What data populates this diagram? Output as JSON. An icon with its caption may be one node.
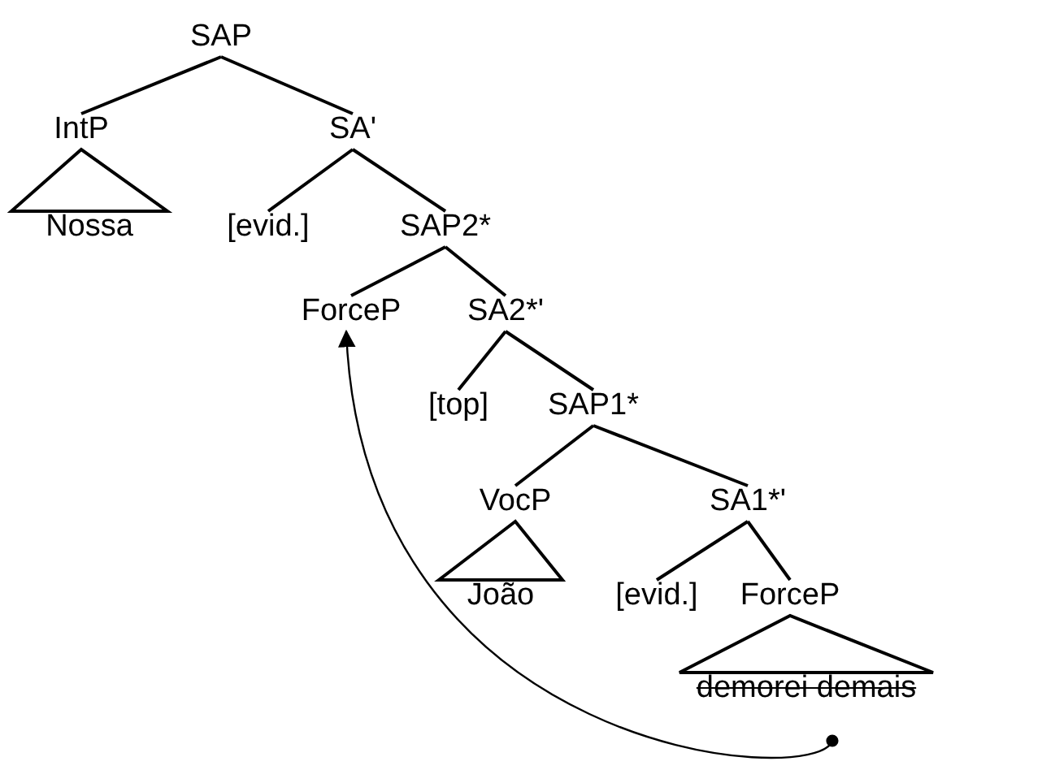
{
  "diagram": {
    "nodes": [
      {
        "text": [
          "SAP"
        ]
      },
      {
        "text": [
          "IntP"
        ]
      },
      {
        "text": [
          "SA'"
        ]
      },
      {
        "text": [
          "Nossa"
        ]
      },
      {
        "text": [
          "[evid.]"
        ]
      },
      {
        "text": [
          "SAP2*"
        ]
      },
      {
        "text": [
          "ForceP"
        ]
      },
      {
        "text": [
          "SA2*'"
        ]
      },
      {
        "text": [
          "[top]"
        ]
      },
      {
        "text": [
          "SAP1*"
        ]
      },
      {
        "text": [
          "VocP"
        ]
      },
      {
        "text": [
          "SA1*'"
        ]
      },
      {
        "text": [
          "João"
        ]
      },
      {
        "text": [
          "[evid.]"
        ]
      },
      {
        "text": [
          "ForceP"
        ]
      },
      {
        "text": [
          "demorei demais"
        ]
      }
    ],
    "edges": [
      {
        "from": 0,
        "to": 1,
        "arrow": "none"
      },
      {
        "from": 0,
        "to": 2,
        "arrow": "none"
      },
      {
        "from": 1,
        "to": 3,
        "arrow": "none"
      },
      {
        "from": 2,
        "to": 4,
        "arrow": "none"
      },
      {
        "from": 2,
        "to": 5,
        "arrow": "none"
      },
      {
        "from": 5,
        "to": 6,
        "arrow": "none"
      },
      {
        "from": 5,
        "to": 7,
        "arrow": "none"
      },
      {
        "from": 7,
        "to": 8,
        "arrow": "none"
      },
      {
        "from": 7,
        "to": 9,
        "arrow": "none"
      },
      {
        "from": 9,
        "to": 10,
        "arrow": "none"
      },
      {
        "from": 9,
        "to": 11,
        "arrow": "none"
      },
      {
        "from": 10,
        "to": 12,
        "arrow": "none"
      },
      {
        "from": 11,
        "to": 13,
        "arrow": "none"
      },
      {
        "from": 11,
        "to": 14,
        "arrow": "none"
      },
      {
        "from": 14,
        "to": 15,
        "arrow": "none"
      },
      {
        "from": 15,
        "to": 6,
        "arrow": "to"
      }
    ]
  }
}
